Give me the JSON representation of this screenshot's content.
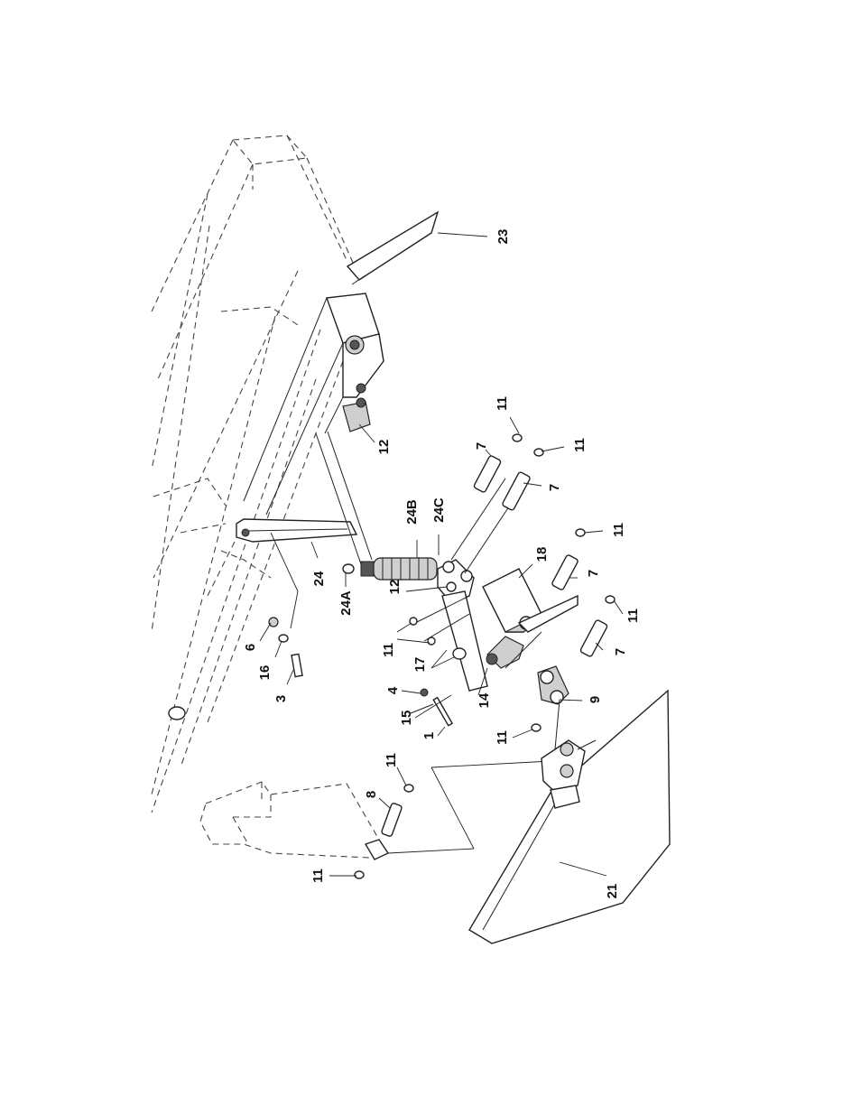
{
  "callouts": {
    "c23": "23",
    "c12a": "12",
    "c11a": "11",
    "c11b": "11",
    "c7a": "7",
    "c7b": "7",
    "c24b": "24B",
    "c24c": "24C",
    "c24": "24",
    "c24a": "24A",
    "c12b": "12",
    "c18": "18",
    "c11c": "11",
    "c7c": "7",
    "c11d": "11",
    "c7d": "7",
    "c6": "6",
    "c16": "16",
    "c3": "3",
    "c11e": "11",
    "c17": "17",
    "c4": "4",
    "c15": "15",
    "c14": "14",
    "c9": "9",
    "c1": "1",
    "c11f": "11",
    "c11g": "11",
    "c8": "8",
    "c11h": "11",
    "c21": "21"
  }
}
